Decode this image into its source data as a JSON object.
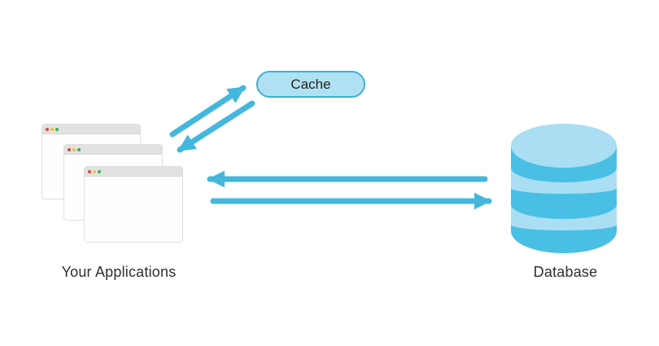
{
  "labels": {
    "applications": "Your Applications",
    "cache": "Cache",
    "database": "Database"
  },
  "colors": {
    "background": "#ffffff",
    "arrow": "#44b7dd",
    "cache_fill": "#b0e1f2",
    "cache_border": "#3fafd4",
    "db_body": "#4abfe6",
    "db_light": "#aadef2",
    "window_bar": "#e2e2e2",
    "window_body": "#fefefe",
    "window_border": "#dedede",
    "dot_red": "#cf4944",
    "dot_yellow": "#f3c233",
    "dot_green": "#3fae49",
    "label_text": "#2e2e2e"
  },
  "edges": [
    {
      "from": "applications",
      "to": "cache",
      "direction": "up-right"
    },
    {
      "from": "cache",
      "to": "applications",
      "direction": "down-left"
    },
    {
      "from": "database",
      "to": "applications",
      "direction": "left"
    },
    {
      "from": "applications",
      "to": "database",
      "direction": "right"
    }
  ]
}
